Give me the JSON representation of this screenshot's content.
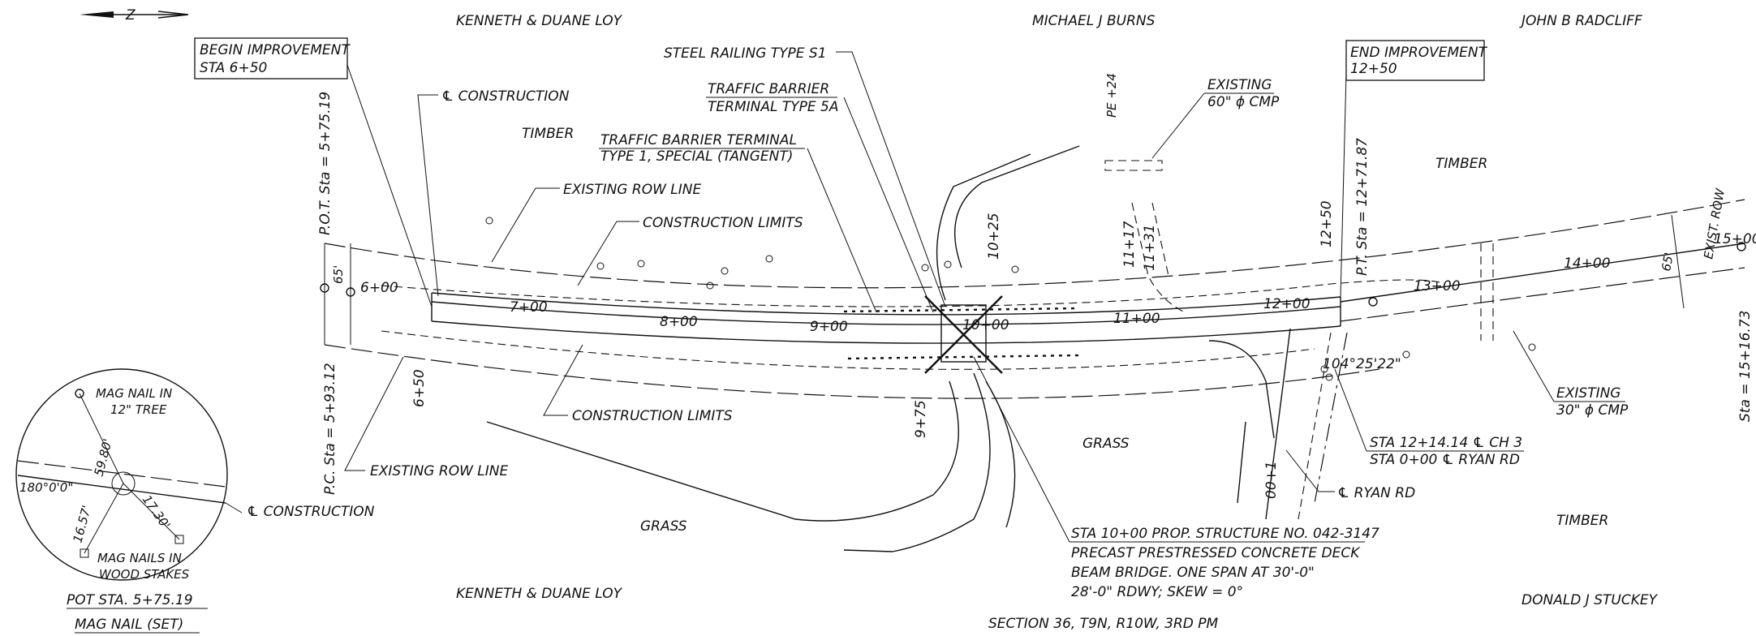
{
  "owners": {
    "top_left": "KENNETH & DUANE LOY",
    "top_mid": "MICHAEL J BURNS",
    "top_right": "JOHN B RADCLIFF",
    "bottom_left": "KENNETH & DUANE LOY",
    "bottom_right": "DONALD J STUCKEY"
  },
  "north_arrow": "Z",
  "begin_improvement": [
    "BEGIN IMPROVEMENT",
    "STA 6+50"
  ],
  "end_improvement": [
    "END IMPROVEMENT",
    "12+50"
  ],
  "callouts": {
    "construction_cl": "℄ CONSTRUCTION",
    "steel_railing": "STEEL RAILING TYPE S1",
    "traffic_barrier": [
      "TRAFFIC BARRIER",
      "TERMINAL TYPE 5A"
    ],
    "tb_terminal": [
      "TRAFFIC BARRIER TERMINAL",
      "TYPE 1, SPECIAL (TANGENT)"
    ],
    "existing_row_top": "EXISTING ROW LINE",
    "construction_limits_top": "CONSTRUCTION LIMITS",
    "construction_limits_bottom": "CONSTRUCTION LIMITS",
    "existing_row_bottom": "EXISTING ROW LINE",
    "existing_cmp_60": [
      "EXISTING",
      "60\" ϕ CMP"
    ],
    "existing_cmp_30": [
      "EXISTING",
      "30\" ϕ CMP"
    ],
    "sta_ch": [
      "STA 12+14.14 ℄ CH 3",
      "STA 0+00 ℄ RYAN RD"
    ],
    "ryan_rd": "℄ RYAN RD",
    "structure": [
      "STA 10+00 PROP. STRUCTURE NO. 042-3147",
      "PRECAST PRESTRESSED CONCRETE DECK",
      "BEAM BRIDGE. ONE SPAN AT 30'-0\"",
      "28'-0\" RDWY; SKEW = 0°"
    ],
    "detail_construction": "℄ CONSTRUCTION"
  },
  "land": {
    "timber_left": "TIMBER",
    "timber_right": "TIMBER",
    "timber_bottom": "TIMBER",
    "grass_mid": "GRASS",
    "grass_left": "GRASS"
  },
  "stations": {
    "pot": "P.O.T. Sta = 5+75.19",
    "pc": "P.C. Sta = 5+93.12",
    "pt": "P.T. Sta = 12+71.87",
    "right_edge": "Sta = 15+16.73",
    "s650": "6+50",
    "s600": "6+00",
    "s700": "7+00",
    "s800": "8+00",
    "s900": "9+00",
    "s1000": "10+00",
    "s1100": "11+00",
    "s1200": "12+00",
    "s1300": "13+00",
    "s1400": "14+00",
    "s1500": "15+00",
    "s1025": "10+25",
    "s975": "9+75",
    "s1117": "11+17",
    "s1131": "11+31",
    "s1250": "12+50",
    "pe": "PE +24",
    "s001": "00+1",
    "angle": "104°25'22\"",
    "w65_left": "65'",
    "w65_right": "65'",
    "exist_row": "EXIST. ROW"
  },
  "detail": {
    "mag_tree": [
      "MAG NAIL IN",
      "12\" TREE"
    ],
    "mag_stakes": [
      "MAG NAILS IN",
      "WOOD STAKES"
    ],
    "d1": "59.80'",
    "angle": "180°0'0\"",
    "d2": "16.57'",
    "d3": "17.30'",
    "title1": "POT STA. 5+75.19",
    "title2": "MAG NAIL (SET)"
  },
  "section": "SECTION 36, T9N, R10W, 3RD PM"
}
